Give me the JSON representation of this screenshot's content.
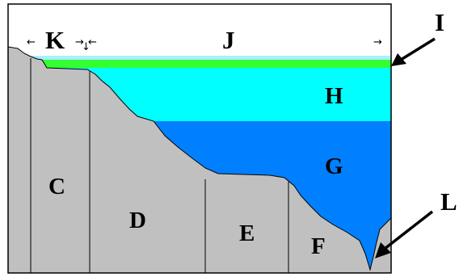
{
  "labels": {
    "K": "K",
    "J": "J",
    "I": "I",
    "H": "H",
    "G": "G",
    "C": "C",
    "D": "D",
    "E": "E",
    "F": "F",
    "L": "L"
  },
  "arrows": {
    "left": "←",
    "right": "→",
    "down": "↓"
  },
  "colors": {
    "terrain": "#c0c0c0",
    "shallow_water": "#00ffff",
    "deep_water": "#0080ff",
    "surface_band": "#33ff33",
    "frame": "#000000",
    "background": "#ffffff"
  }
}
